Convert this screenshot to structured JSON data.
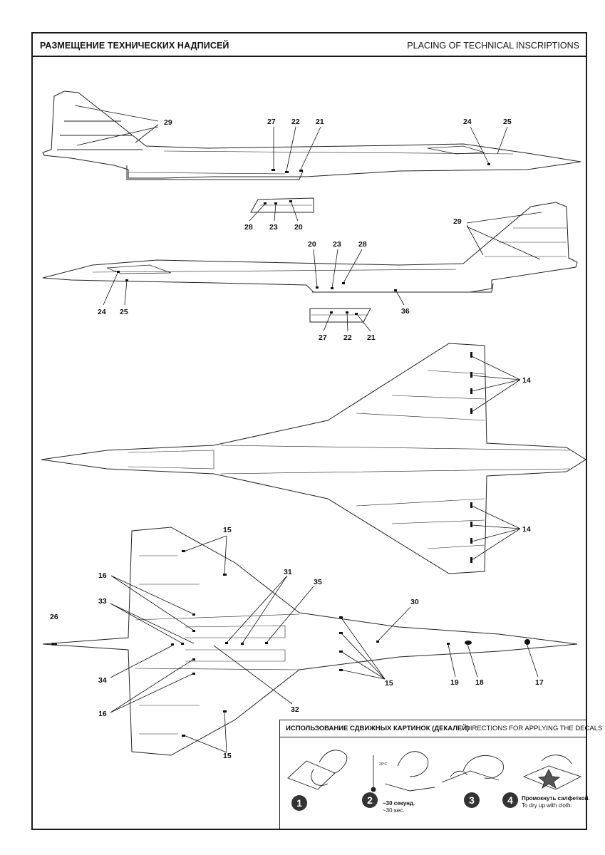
{
  "header": {
    "title_ru": "РАЗМЕЩЕНИЕ ТЕХНИЧЕСКИХ НАДПИСЕЙ",
    "title_en": "PLACING OF TECHNICAL INSCRIPTIONS"
  },
  "side_view_left": {
    "callouts": [
      "29",
      "27",
      "22",
      "21",
      "24",
      "25"
    ]
  },
  "detail_left": {
    "callouts": [
      "28",
      "23",
      "20"
    ]
  },
  "side_view_right": {
    "callouts": [
      "29",
      "20",
      "23",
      "28",
      "24",
      "25",
      "36"
    ]
  },
  "detail_right": {
    "callouts": [
      "27",
      "22",
      "21"
    ]
  },
  "top_view": {
    "callouts": [
      "14",
      "14"
    ]
  },
  "bottom_view": {
    "callouts": [
      "15",
      "16",
      "31",
      "35",
      "33",
      "30",
      "26",
      "34",
      "16",
      "15",
      "19",
      "18",
      "17",
      "32",
      "15"
    ]
  },
  "decal_directions": {
    "title_ru": "ИСПОЛЬЗОВАНИЕ СДВИЖНЫХ КАРТИНОК (ДЕКАЛЕЙ)",
    "title_en": "DIRECTIONS  FOR APPLYING THE DECALS",
    "steps": [
      {
        "number": "1"
      },
      {
        "number": "2",
        "note_ru": "~30 секунд.",
        "note_en": "~30 sec.",
        "temp": "20°C"
      },
      {
        "number": "3"
      },
      {
        "number": "4",
        "note_ru": "Промокнуть салфеткой.",
        "note_en": "To dry up with cloth."
      }
    ]
  }
}
